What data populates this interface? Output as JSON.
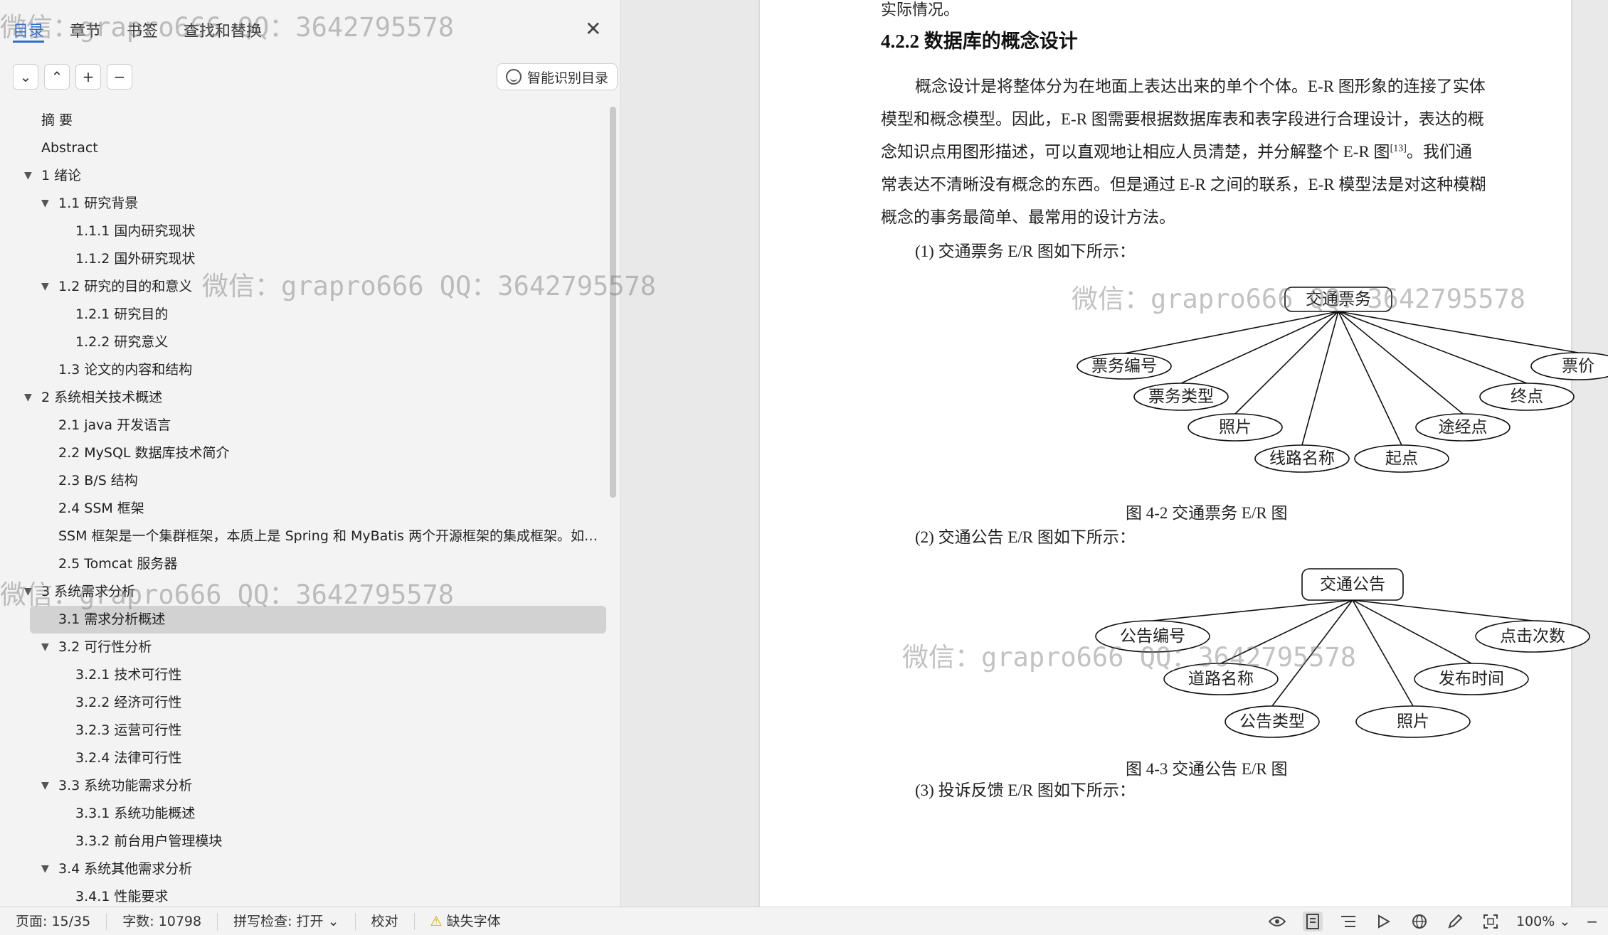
{
  "nav": {
    "tabs": [
      "目录",
      "章节",
      "书签",
      "查找和替换"
    ],
    "smart_toc_label": "智能识别目录",
    "toc": [
      {
        "label": "摘  要",
        "level": 0,
        "caret": false
      },
      {
        "label": "Abstract",
        "level": 0,
        "caret": false
      },
      {
        "label": "1 绪论",
        "level": 0,
        "caret": true
      },
      {
        "label": "1.1  研究背景",
        "level": 1,
        "caret": true
      },
      {
        "label": "1.1.1 国内研究现状",
        "level": 2,
        "caret": false
      },
      {
        "label": "1.1.2 国外研究现状",
        "level": 2,
        "caret": false
      },
      {
        "label": "1.2 研究的目的和意义",
        "level": 1,
        "caret": true
      },
      {
        "label": "1.2.1 研究目的",
        "level": 2,
        "caret": false
      },
      {
        "label": "1.2.2  研究意义",
        "level": 2,
        "caret": false
      },
      {
        "label": "1.3  论文的内容和结构",
        "level": 1,
        "caret": false
      },
      {
        "label": "2 系统相关技术概述",
        "level": 0,
        "caret": true
      },
      {
        "label": "2.1 java 开发语言",
        "level": 1,
        "caret": false
      },
      {
        "label": "2.2 MySQL 数据库技术简介",
        "level": 1,
        "caret": false
      },
      {
        "label": "2.3 B/S 结构",
        "level": 1,
        "caret": false
      },
      {
        "label": "2.4 SSM 框架",
        "level": 1,
        "caret": false
      },
      {
        "label": "SSM 框架是一个集群框架，本质上是 Spring 和 MyBatis 两个开源框架的集成框架。如今，许多开发人员",
        "level": 1,
        "caret": false
      },
      {
        "label": "2.5 Tomcat 服务器",
        "level": 1,
        "caret": false
      },
      {
        "label": "3 系统需求分析",
        "level": 0,
        "caret": true
      },
      {
        "label": "3.1 需求分析概述",
        "level": 1,
        "caret": false,
        "selected": true
      },
      {
        "label": "3.2 可行性分析",
        "level": 1,
        "caret": true
      },
      {
        "label": "3.2.1 技术可行性",
        "level": 2,
        "caret": false
      },
      {
        "label": "3.2.2 经济可行性",
        "level": 2,
        "caret": false
      },
      {
        "label": "3.2.3 运营可行性",
        "level": 2,
        "caret": false
      },
      {
        "label": "3.2.4 法律可行性",
        "level": 2,
        "caret": false
      },
      {
        "label": "3.3 系统功能需求分析",
        "level": 1,
        "caret": true
      },
      {
        "label": "3.3.1 系统功能概述",
        "level": 2,
        "caret": false
      },
      {
        "label": "3.3.2 前台用户管理模块",
        "level": 2,
        "caret": false
      },
      {
        "label": "3.4 系统其他需求分析",
        "level": 1,
        "caret": true
      },
      {
        "label": "3.4.1 性能要求",
        "level": 2,
        "caret": false
      }
    ]
  },
  "doc": {
    "prev_line": "实际情况。",
    "heading": "4.2.2 数据库的概念设计",
    "paragraph": [
      "概念设计是将整体分为在地面上表达出来的单个个体。E-R 图形象的连接了实体",
      "模型和概念模型。因此，E-R 图需要根据数据库表和表字段进行合理设计，表达的概",
      "念知识点用图形描述，可以直观地让相应人员清楚，并分解整个 E-R 图",
      "常表达不清晰没有概念的东西。但是通过 E-R 之间的联系，E-R 模型法是对这种模糊",
      "概念的事务最简单、最常用的设计方法。"
    ],
    "citation": "[13]",
    "line3_tail": "。我们通",
    "er1": {
      "intro": "(1)  交通票务 E/R 图如下所示：",
      "entity": "交通票务",
      "attributes": [
        "票务编号",
        "票务类型",
        "照片",
        "线路名称",
        "起点",
        "途经点",
        "终点",
        "票价"
      ],
      "caption": "图 4-2 交通票务 E/R 图"
    },
    "er2": {
      "intro": "(2)  交通公告 E/R 图如下所示：",
      "entity": "交通公告",
      "attributes": [
        "公告编号",
        "道路名称",
        "公告类型",
        "照片",
        "发布时间",
        "点击次数"
      ],
      "caption": "图 4-3 交通公告 E/R 图"
    },
    "er3_intro": "(3)    投诉反馈 E/R 图如下所示："
  },
  "watermark": "微信：grapro666 QQ：3642795578",
  "status": {
    "page": "页面: 15/35",
    "words": "字数: 10798",
    "spell": "拼写检查: 打开",
    "proof": "校对",
    "missing_font": "缺失字体",
    "zoom": "100%"
  },
  "colors": {
    "accent": "#2f6fd3",
    "warning": "#e0a000"
  }
}
